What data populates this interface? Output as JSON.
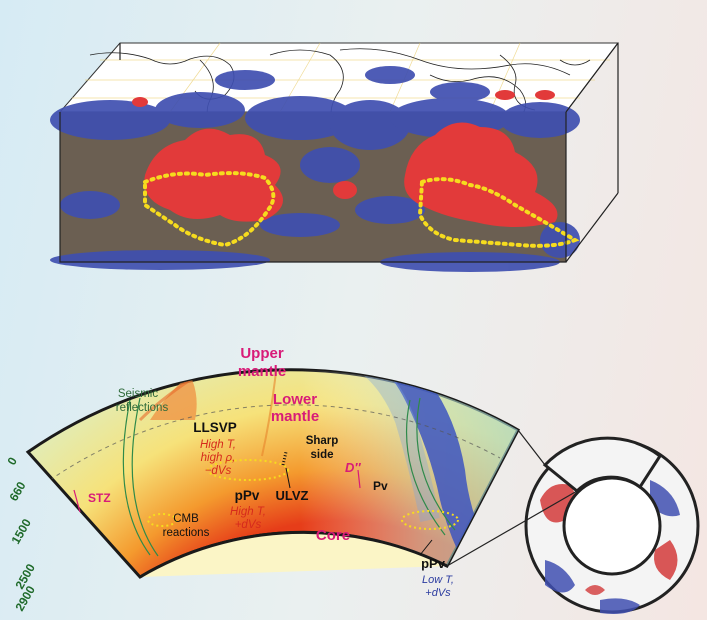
{
  "top_panel": {
    "description_marker": "3D mantle tomography box over world map",
    "colors": {
      "slow": "#e23a3a",
      "fast": "#3f4fb0",
      "floor": "#6b5f52",
      "outline": "#f6dc1e"
    }
  },
  "section": {
    "labels": {
      "upper_mantle_1": "Upper",
      "upper_mantle_2": "mantle",
      "lower_mantle_1": "Lower",
      "lower_mantle_2": "mantle",
      "seismic_1": "Seismic",
      "seismic_2": "reflections",
      "llsvp": "LLSVP",
      "llsvp_1": "High T,",
      "llsvp_2": "high ρ,",
      "llsvp_3": "−dVs",
      "sharp_1": "Sharp",
      "sharp_2": "side",
      "dpp": "D″",
      "stz": "STZ",
      "pv": "Pv",
      "ppv": "pPv",
      "ppv_1": "High T,",
      "ppv_2": "+dVs",
      "ulvz": "ULVZ",
      "cmb_1": "CMB",
      "cmb_2": "reactions",
      "core": "Core",
      "ppv_right": "pPv",
      "ppv_right_1": "Low T,",
      "ppv_right_2": "+dVs"
    },
    "depths": [
      "0",
      "660",
      "1500",
      "2500",
      "2900"
    ],
    "colors": {
      "magenta": "#d81b78",
      "red_text": "#d62a1c",
      "blue_text": "#2c3ca0",
      "depth_text": "#1f6a2a"
    }
  },
  "globe": {
    "description_marker": "Cross-section of Earth ring with highlighted sector"
  }
}
